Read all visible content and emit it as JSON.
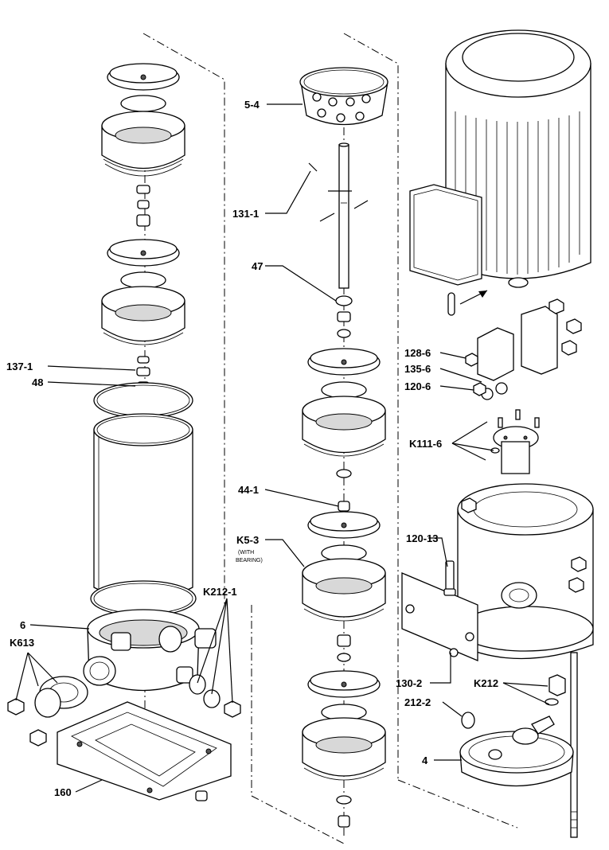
{
  "labels": {
    "l_5_4": "5-4",
    "l_131_1": "131-1",
    "l_47": "47",
    "l_137_1": "137-1",
    "l_48": "48",
    "l_128_6": "128-6",
    "l_135_6": "135-6",
    "l_120_6": "120-6",
    "l_k111_6": "K111-6",
    "l_44_1": "44-1",
    "l_k5_3": "K5-3",
    "l_with": "(WITH",
    "l_bearing": "BEARING)",
    "l_120_13": "120-13",
    "l_k212_1": "K212-1",
    "l_6": "6",
    "l_k613": "K613",
    "l_130_2": "130-2",
    "l_k212": "K212",
    "l_212_2": "212-2",
    "l_4": "4",
    "l_160": "160"
  }
}
